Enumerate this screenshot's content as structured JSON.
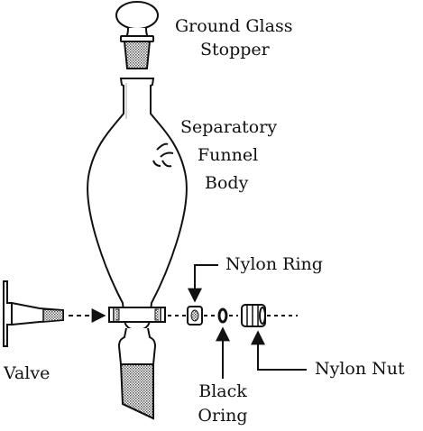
{
  "labels": {
    "ground_glass_stopper_line1": "Ground Glass",
    "ground_glass_stopper_line2": "Stopper",
    "separatory_funnel_line1": "Separatory",
    "separatory_funnel_line2": "Funnel",
    "separatory_funnel_line3": "Body",
    "nylon_ring": "Nylon Ring",
    "valve": "Valve",
    "black_oring_line1": "Black",
    "black_oring_line2": "Oring",
    "nylon_nut": "Nylon Nut"
  },
  "colors": {
    "line": "#111111",
    "background": "#ffffff",
    "ground_glass": "#9a9a9a"
  }
}
